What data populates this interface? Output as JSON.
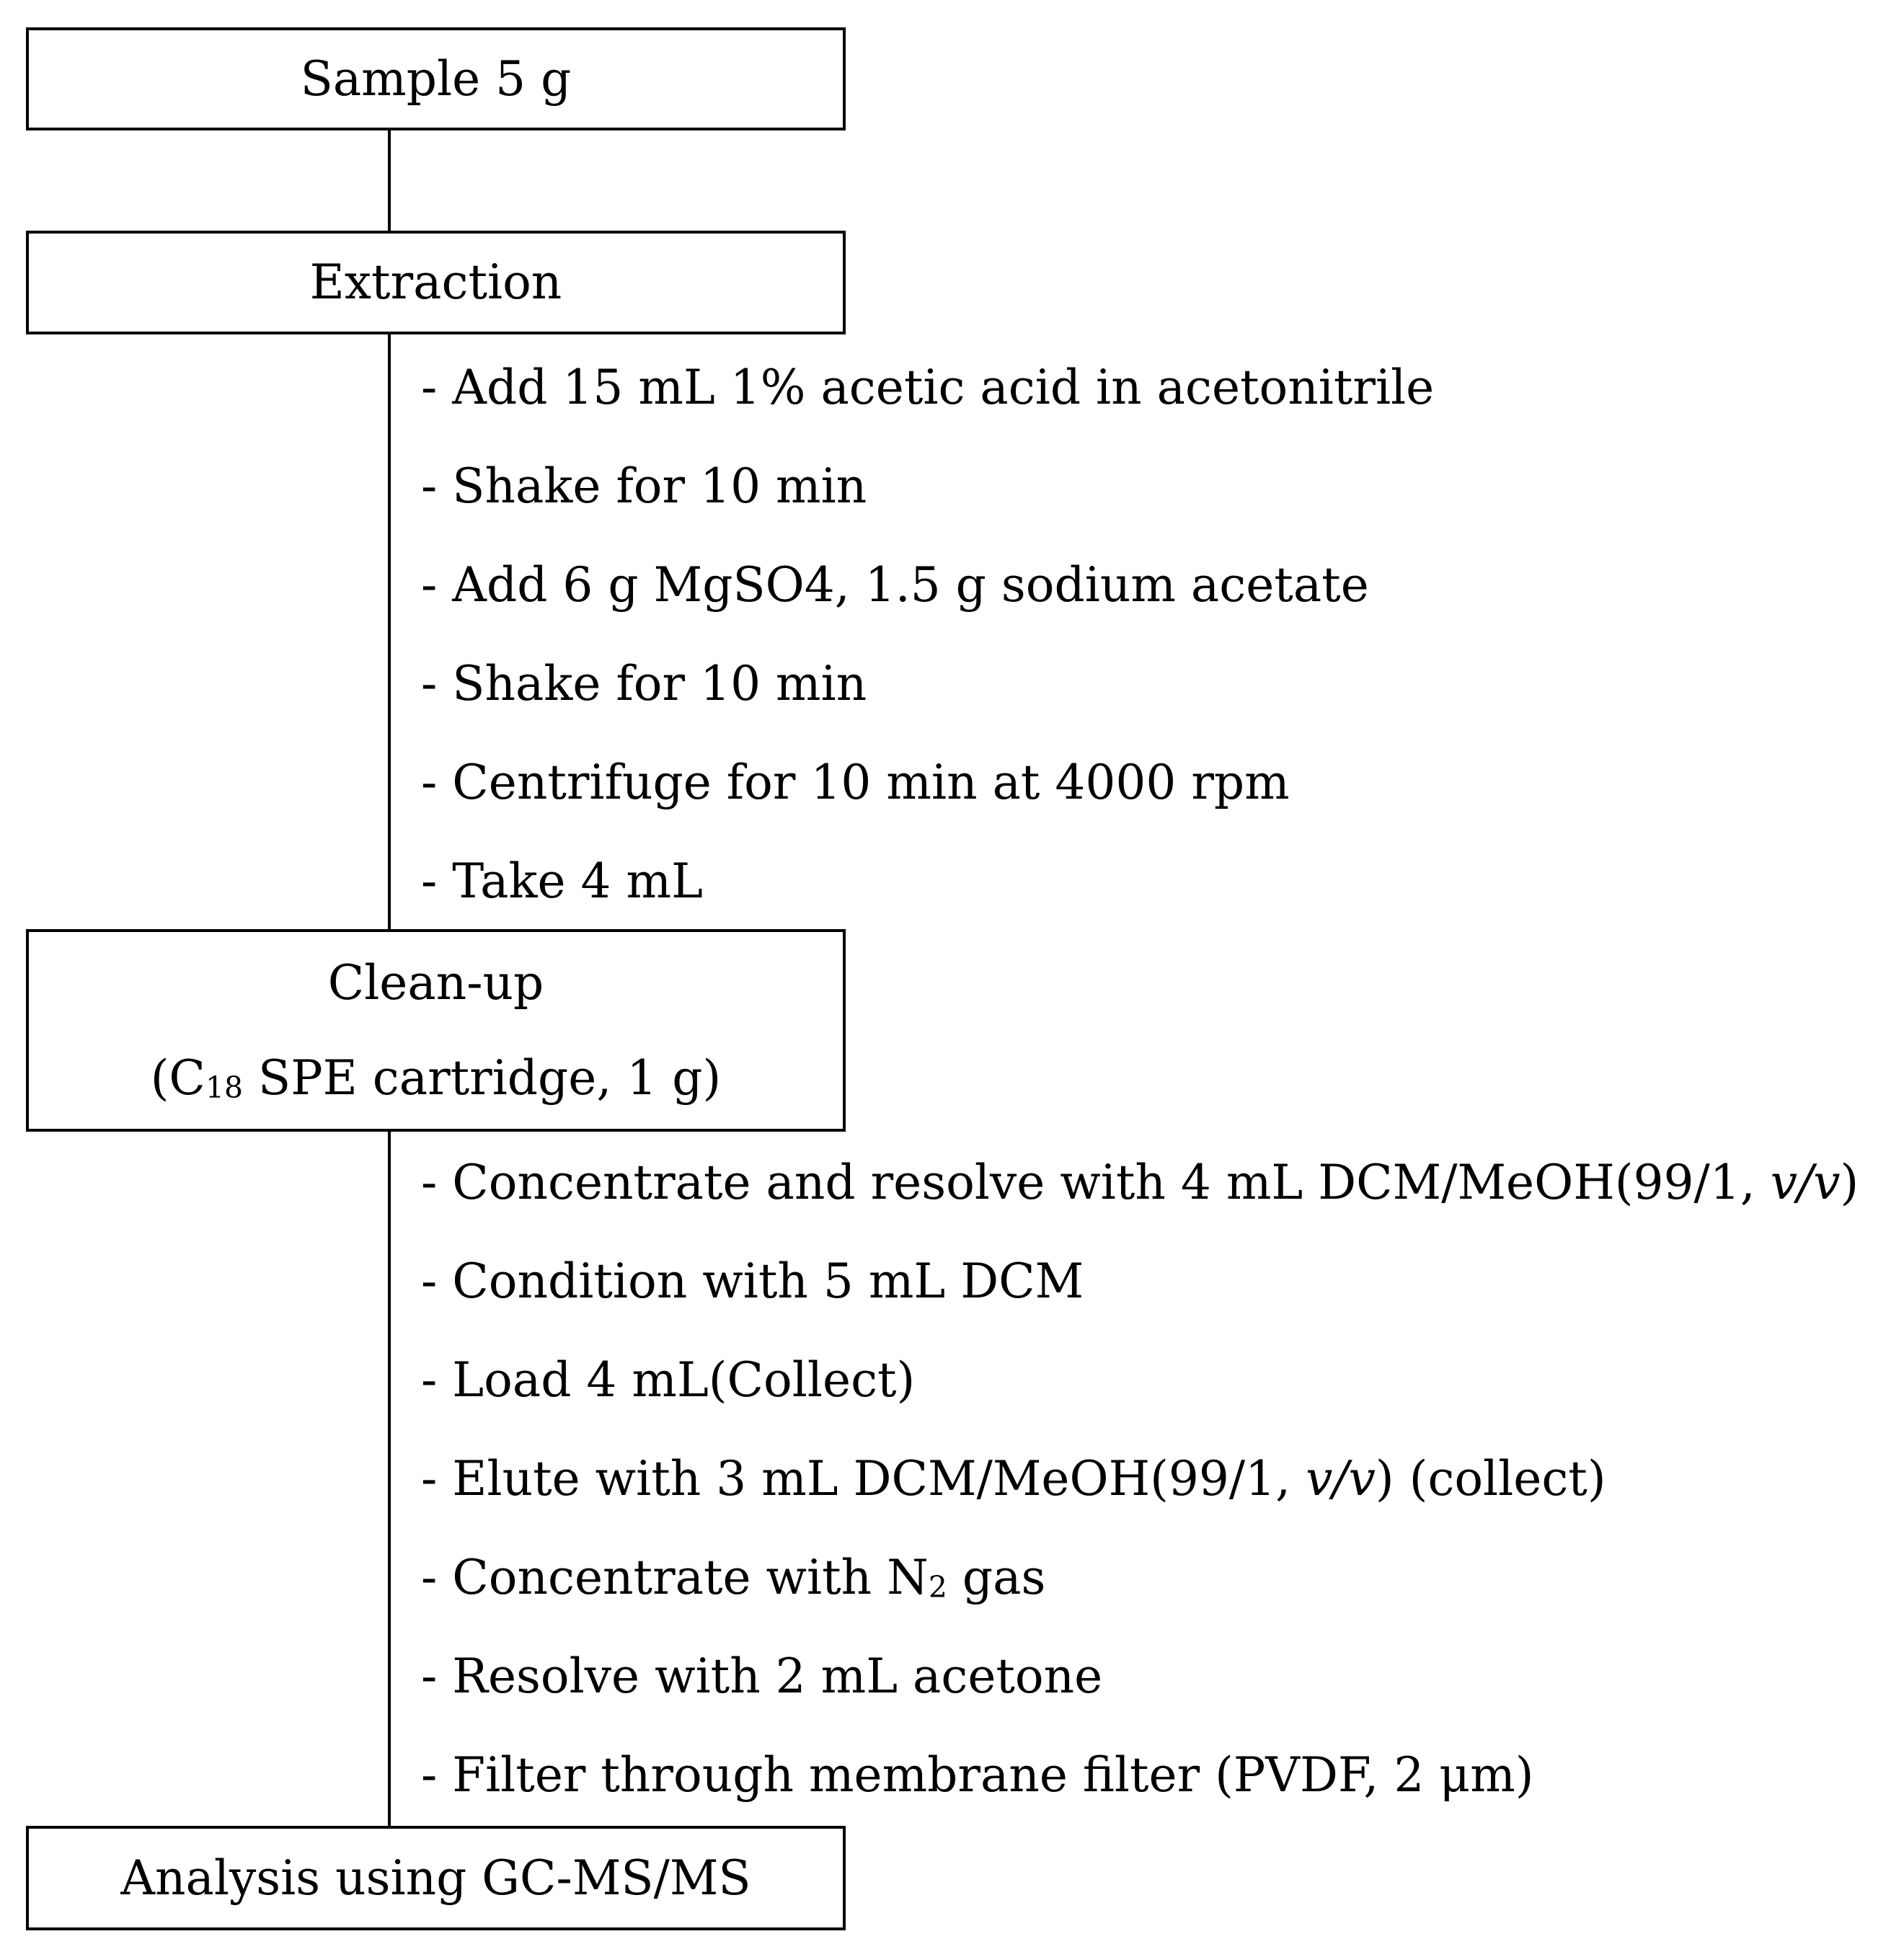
{
  "boxes": {
    "sample": {
      "label": "Sample 5 g"
    },
    "extraction": {
      "label": "Extraction"
    },
    "cleanup": {
      "label": "Clean-up",
      "detail_prefix": "(C",
      "detail_sub": "18",
      "detail_suffix": " SPE cartridge, 1 g)"
    },
    "analysis": {
      "label": "Analysis using GC-MS/MS"
    }
  },
  "extraction_steps": [
    "- Add 15 mL 1% acetic acid in acetonitrile",
    "- Shake for 10 min",
    "- Add 6 g MgSO4, 1.5 g sodium acetate",
    "- Shake for 10 min",
    "- Centrifuge for 10 min at 4000 rpm",
    "- Take 4 mL"
  ],
  "cleanup_steps": {
    "step1": {
      "prefix": "- Concentrate and resolve with 4 mL DCM/MeOH(99/1, ",
      "italic": "v/v",
      "suffix": ")"
    },
    "step2": "- Condition with 5 mL DCM",
    "step3": "- Load 4 mL(Collect)",
    "step4": {
      "prefix": "- Elute with 3 mL DCM/MeOH(99/1, ",
      "italic": "v/v",
      "suffix": ") (collect)"
    },
    "step5": {
      "prefix": "- Concentrate with N",
      "sub": "2",
      "suffix": " gas"
    },
    "step6": "- Resolve with 2 mL acetone",
    "step7": "- Filter through membrane filter (PVDF, 2 μm)"
  }
}
